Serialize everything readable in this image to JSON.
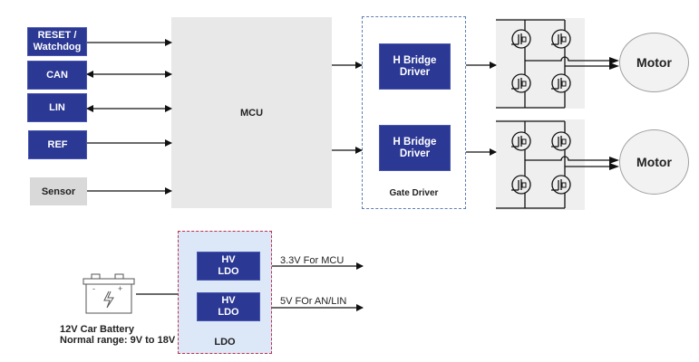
{
  "inputs": [
    {
      "label": "RESET / Watchdog",
      "direction": "one-way"
    },
    {
      "label": "CAN",
      "direction": "two-way"
    },
    {
      "label": "LIN",
      "direction": "two-way"
    },
    {
      "label": "REF",
      "direction": "one-way"
    },
    {
      "label": "Sensor",
      "direction": "one-way"
    }
  ],
  "mcu": {
    "label": "MCU"
  },
  "gate_driver": {
    "label": "Gate Driver",
    "drivers": [
      "H Bridge Driver",
      "H Bridge Driver"
    ]
  },
  "motors": [
    "Motor",
    "Motor"
  ],
  "power": {
    "battery": {
      "line1": "12V Car Battery",
      "line2": "Normal range: 9V to 18V",
      "minus": "-",
      "plus": "+"
    },
    "ldo_block": {
      "label": "LDO",
      "regulators": [
        "HV LDO",
        "HV LDO"
      ]
    },
    "outputs": [
      "3.3V For MCU",
      "5V FOr AN/LIN"
    ]
  },
  "colors": {
    "block_blue": "#2b3894",
    "mcu_gray": "#e8e8e8",
    "ldo_fill": "#dce8f8",
    "ldo_border": "#c0304a",
    "gate_border": "#5b7fb5"
  }
}
